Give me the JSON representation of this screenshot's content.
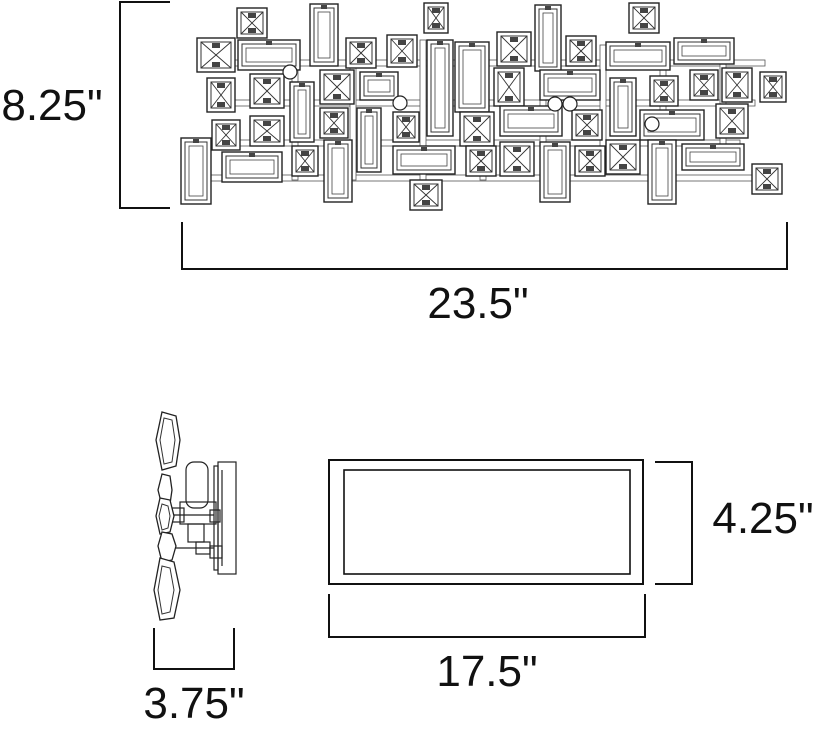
{
  "dimensions": {
    "front_height": "8.25\"",
    "front_width": "23.5\"",
    "side_depth": "3.75\"",
    "backplate_height": "4.25\"",
    "backplate_width": "17.5\""
  },
  "colors": {
    "line": "#111111",
    "background": "#ffffff"
  }
}
